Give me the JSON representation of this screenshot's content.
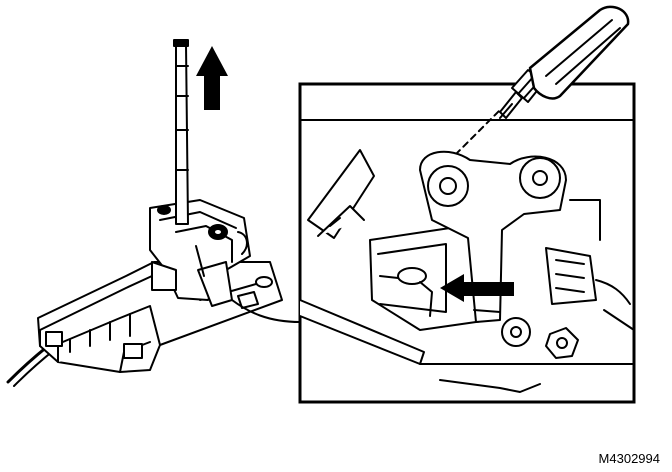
{
  "figure": {
    "reference_code": "M4302994",
    "ink_color": "#000000",
    "paper_color": "#ffffff"
  },
  "parts": {
    "main_view": "shift-lever-assembly",
    "detail_view": "lock-pin-release-detail",
    "tool": "screwdriver",
    "cable": "shift-cable"
  },
  "arrows": [
    {
      "id": "lift-arrow",
      "direction": "up"
    },
    {
      "id": "push-arrow",
      "direction": "left"
    }
  ]
}
